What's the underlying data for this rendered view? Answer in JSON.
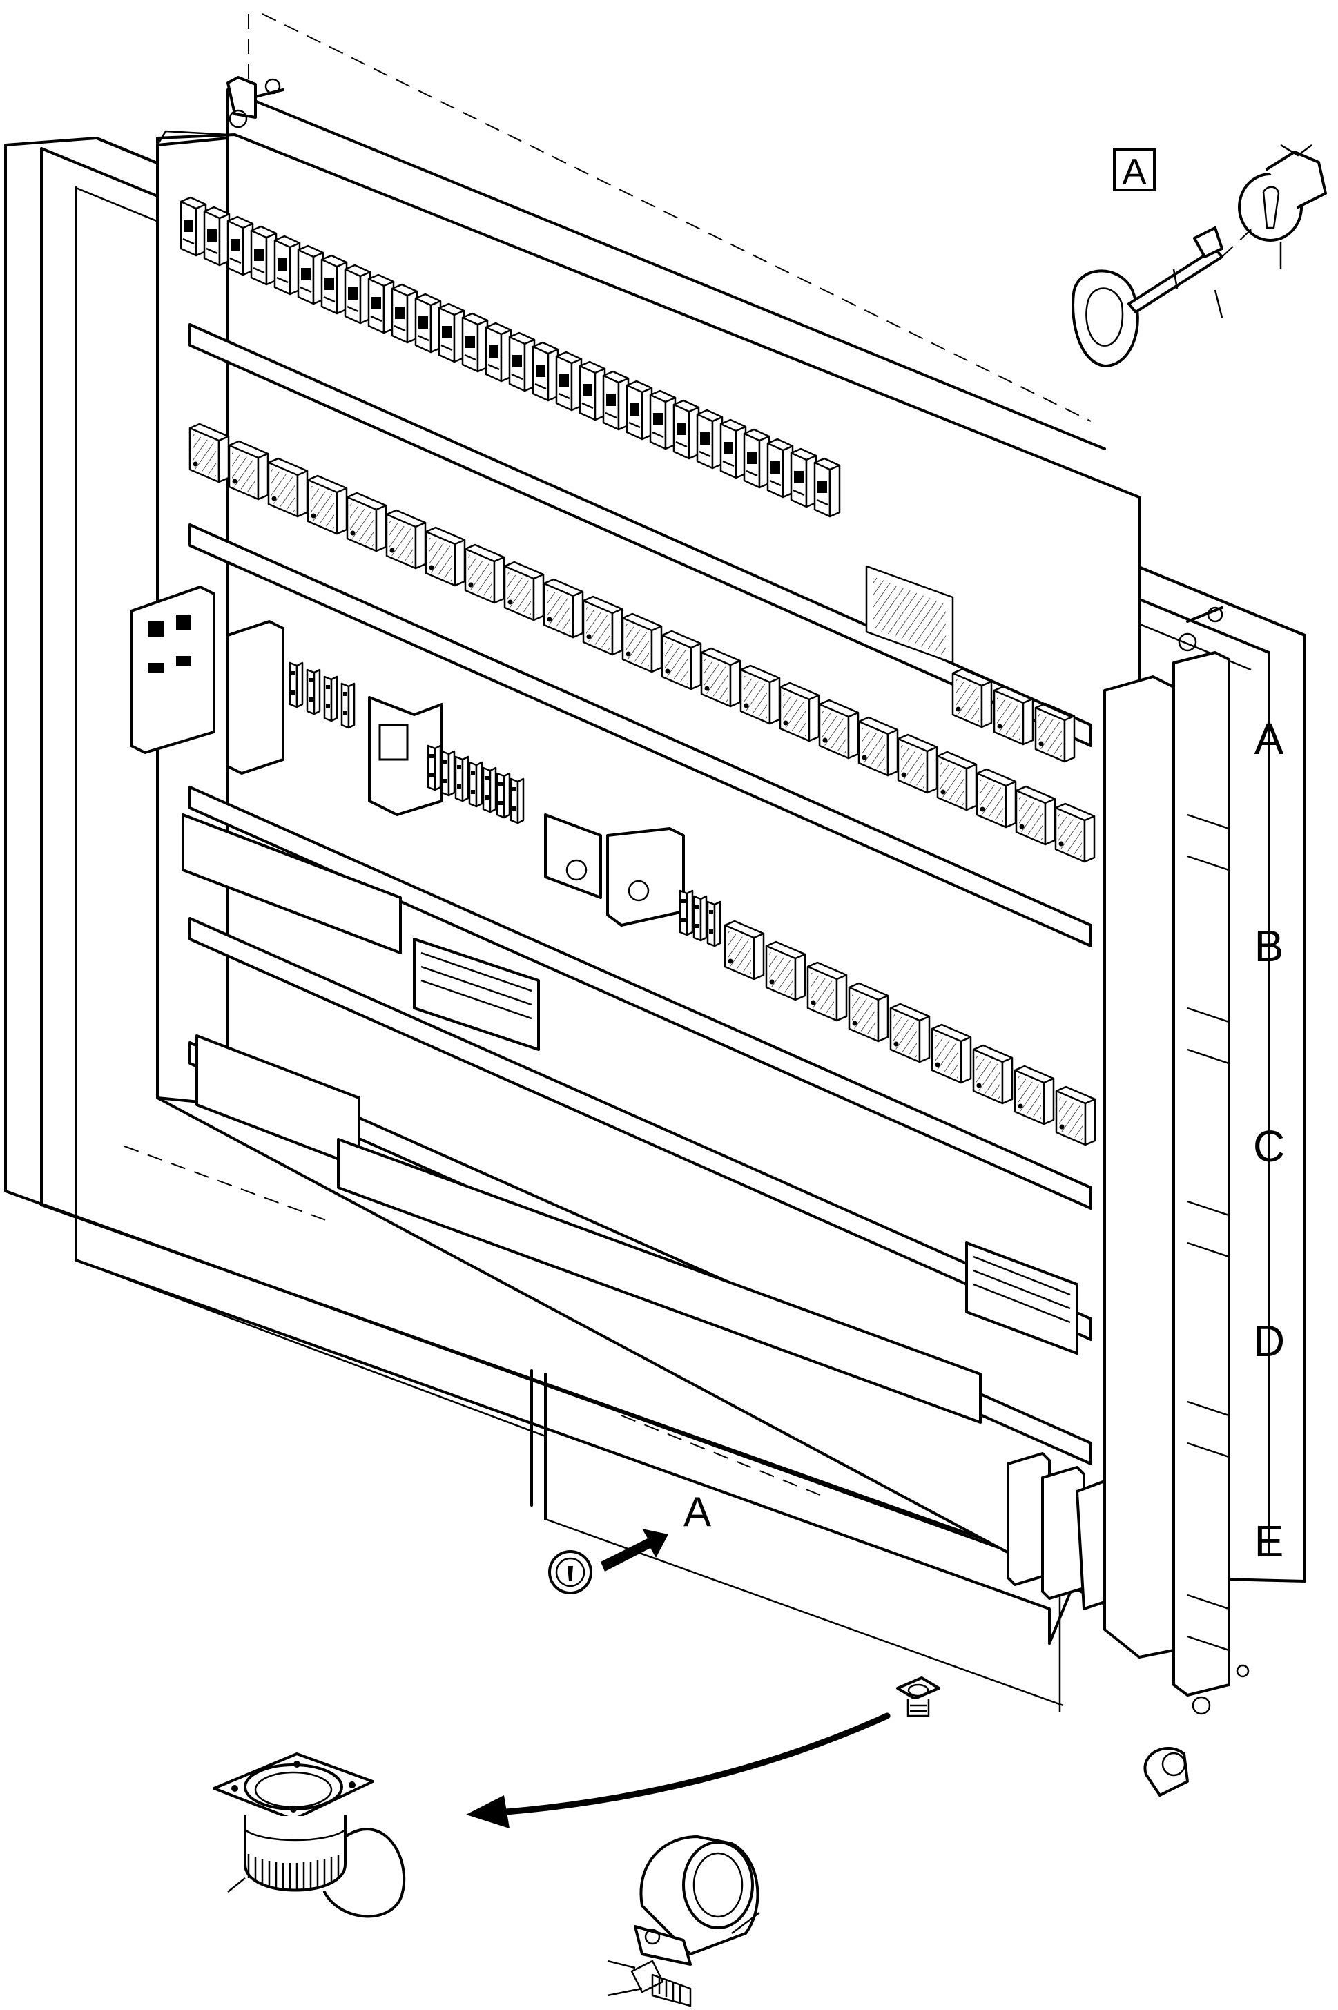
{
  "row_labels": [
    "A",
    "B",
    "C",
    "D",
    "E"
  ],
  "callout": {
    "letter": "A"
  },
  "detail_view": {
    "letter": "A"
  }
}
